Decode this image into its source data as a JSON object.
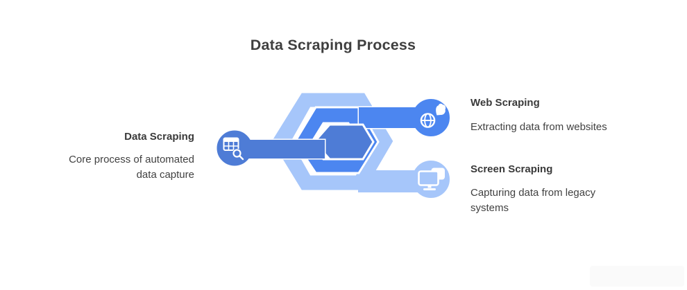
{
  "title": "Data Scraping Process",
  "items": [
    {
      "label": "Data Scraping",
      "description": "Core process of automated data capture",
      "icon": "table-search-icon"
    },
    {
      "label": "Web Scraping",
      "description": "Extracting data from websites",
      "icon": "globe-click-icon"
    },
    {
      "label": "Screen Scraping",
      "description": "Capturing data from legacy systems",
      "icon": "monitor-stack-icon"
    }
  ],
  "colors": {
    "light_blue": "#A6C6FA",
    "bright_blue": "#4C86F0",
    "muted_blue": "#4E7CD6",
    "title_text": "#3F3F3F",
    "body_text": "#414141"
  }
}
